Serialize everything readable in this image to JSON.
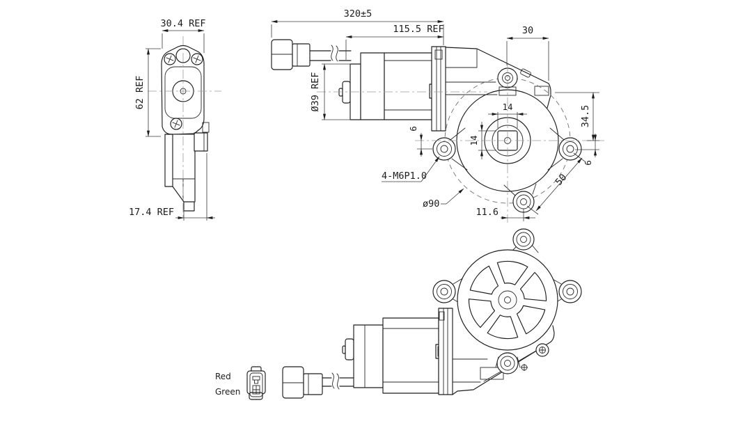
{
  "drawing": {
    "kind": "engineering-drawing",
    "subject": "power window lift gear motor",
    "background": "#ffffff",
    "line_color": "#1c1c1c",
    "centerline_color": "#9b9b9b"
  },
  "dimensions": {
    "end_view": {
      "width": "30.4 REF",
      "height": "62 REF",
      "foot": "17.4 REF"
    },
    "side_view": {
      "overall_length": "320±5",
      "gearbox_length": "115.5 REF",
      "ear_to_edge": "30",
      "motor_diameter": "Ø39 REF",
      "square_width": "14",
      "square_height": "14",
      "ear_drop_left": "6",
      "axis_offset": "34.5",
      "ear_drop_right": "6",
      "bolt_spacing": "50",
      "mount_thread": "4-M6P1.0",
      "bolt_circle": "ø90",
      "lower_ear_offset": "11.6"
    },
    "wires": {
      "red": "Red",
      "green": "Green"
    }
  }
}
